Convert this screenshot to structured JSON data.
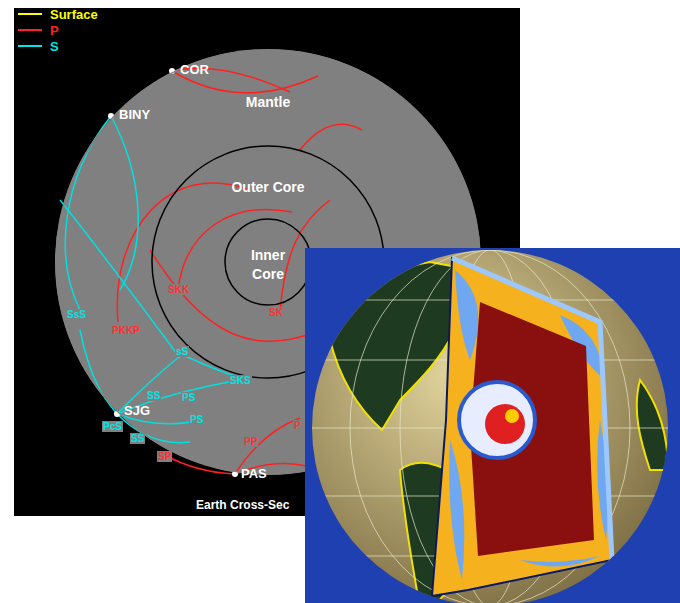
{
  "diagram": {
    "nodes": [
      {
        "text": [
          "Mantle"
        ]
      },
      {
        "text": [
          "Outer Core"
        ],
        "in": 0
      },
      {
        "text": [
          "Inner Core"
        ],
        "in": 1
      }
    ],
    "labels": [
      "COR",
      "BINY",
      "SsS",
      "PKKP",
      "SKK",
      "SK",
      "sS",
      "SKS",
      "SS",
      "PS",
      "PcS",
      "PS",
      "SS",
      "SP",
      "PP",
      "P",
      "SJG",
      "PAS",
      "Earth Cross-Sec"
    ],
    "legend": [
      {
        "text": "Surface"
      },
      {
        "text": "P"
      },
      {
        "text": "S"
      }
    ]
  }
}
